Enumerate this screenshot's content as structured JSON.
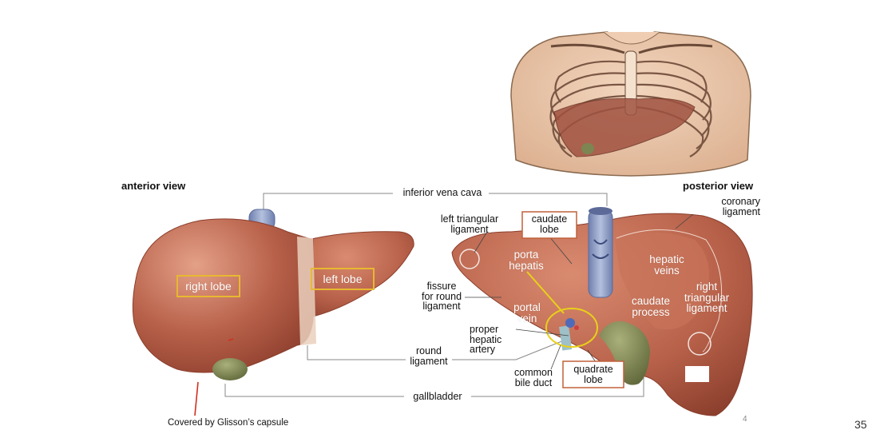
{
  "slide": {
    "page_number": "35",
    "figure_number": "4",
    "caption": "Covered by Glisson’s capsule"
  },
  "views": {
    "anterior": "anterior view",
    "posterior": "posterior view"
  },
  "anterior_labels": {
    "right_lobe": "right lobe",
    "left_lobe": "left lobe"
  },
  "connector_labels": {
    "ivc": "inferior vena cava",
    "round_ligament": [
      "round",
      "ligament"
    ],
    "gallbladder": "gallbladder"
  },
  "posterior_labels": {
    "left_triangular": [
      "left triangular",
      "ligament"
    ],
    "caudate_lobe": [
      "caudate",
      "lobe"
    ],
    "coronary": [
      "coronary",
      "ligament"
    ],
    "porta_hepatis": [
      "porta",
      "hepatis"
    ],
    "hepatic_veins": [
      "hepatic",
      "veins"
    ],
    "fissure": [
      "fissure",
      "for round",
      "ligament"
    ],
    "portal_vein": [
      "portal",
      "vein"
    ],
    "caudate_process": [
      "caudate",
      "process"
    ],
    "right_triangular": [
      "right",
      "triangular",
      "ligament"
    ],
    "proper_hepatic": [
      "proper",
      "hepatic",
      "artery"
    ],
    "common_bile": [
      "common",
      "bile duct"
    ],
    "quadrate_lobe": [
      "quadrate",
      "lobe"
    ]
  },
  "colors": {
    "liver": "#b8614a",
    "liver_light": "#d98b70",
    "liver_dark": "#8e3f2e",
    "ivc": "#8d9cc4",
    "gallbladder": "#7d8552",
    "highlight_box": "#e8b830",
    "callout_box": "#c0603a",
    "yellow_ring": "#e8d01a",
    "caption_line": "#d03020",
    "skin": "#e8c6a8"
  }
}
